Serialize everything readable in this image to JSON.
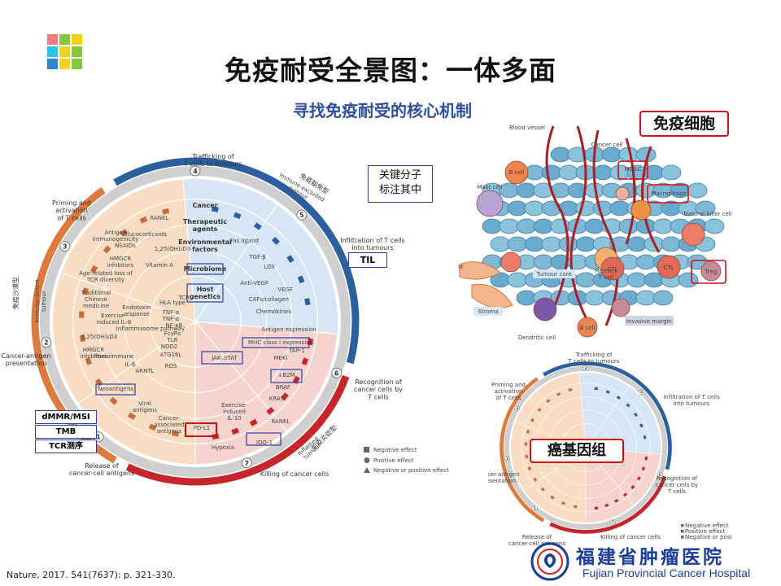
{
  "header": {
    "title": "免疫耐受全景图：一体多面",
    "subtitle": "寻找免疫耐受的核心机制"
  },
  "logo": {
    "colors": [
      "#e97f7f",
      "#8bc53f",
      "#f4d21a",
      "#2ec0e8",
      "#f4d21a",
      "#8bc53f",
      "#2e86c9",
      "#f4d21a",
      "#8bc53f"
    ]
  },
  "main_diagram": {
    "annotations": {
      "key_molecules": "关键分子\n标注其中",
      "tumour_types": {
        "excluded": "免疫豁免型",
        "inflamed": "免疫炎症型",
        "desert": "免疫沙漠型"
      },
      "til": "TIL",
      "dmmr": "dMMR/MSI",
      "tmb": "TMB",
      "tcr": "TCR测序"
    },
    "steps": [
      {
        "num": "1",
        "label": "Release of\ncancer-cell antigens"
      },
      {
        "num": "2",
        "label": "Cancer-antigen\npresentation"
      },
      {
        "num": "3",
        "label": "Priming and\nactivation\nof T cells"
      },
      {
        "num": "4",
        "label": "Trafficking of\nT cells to tumours"
      },
      {
        "num": "5",
        "label": "Infiltration of T cells\ninto tumours"
      },
      {
        "num": "6",
        "label": "Recognition of\ncancer cells by\nT cells"
      },
      {
        "num": "7",
        "label": "Killing of cancer cells"
      }
    ],
    "outer_labels": {
      "excluded": "Immune-excluded\ntumour",
      "desert": "Immune-desert\ntumour",
      "inflamed": "Inflamed\ntumour"
    },
    "center_factors": [
      "Cancer",
      "Therapeutic\nagents",
      "Environmental\nfactors",
      "Microbiome",
      "Host\ngenetics"
    ],
    "blue_labels": [
      "Fas ligand",
      "TGF-β",
      "LOX",
      "Anti-VEGF",
      "VEGF",
      "CAFs/collagen",
      "Chemokines"
    ],
    "red_labels": [
      "Antigen expression",
      "MHC class I expression",
      "TAP-1",
      "MEKi",
      "↓B2M",
      "BRAF",
      "KRAS",
      "RANKL",
      "IDO-1",
      "Exercise-\ninduced\nIL-10",
      "Hypoxia",
      "PD-L1",
      "JAK–STAT",
      "ROS"
    ],
    "orange_labels": [
      "RANKL",
      "Glucocorticoids",
      "1,25(OH)₂D3",
      "Antigen\nimmunogenicity",
      "NSAIDs",
      "HMGCR\ninhibitors",
      "Vitamin A",
      "Age-related loss of\nTCR diversity",
      "Traditional\nChinese\nmedicine",
      "Endotoxin\nresponse",
      "Exercise-\ninduced IL-6",
      "1,25(OH)₂D3",
      "HMGCR\ninhibitors",
      "Photoimmune",
      "IL-6",
      "ARNTL",
      "Inflammasome pathway",
      "TNF-α",
      "HLA type",
      "TNF-α",
      "NF-κB",
      "FcγRs",
      "TLR",
      "NOD2",
      "ATG16L",
      "TCR",
      "Neoantigens",
      "Viral\nantigens",
      "Cancer-\nassociated\nantigens"
    ],
    "legend": [
      "Negative effect",
      "Positive effect",
      "Negative or positive effect"
    ]
  },
  "cell_diagram": {
    "callout": "免疫细胞",
    "labels": [
      "Blood vessel",
      "Cancer cell",
      "Mast cell",
      "B cell",
      "MDSC",
      "Macrophage",
      "Natural killer cell",
      "Tumour core",
      "Memory\nT cell",
      "CTL",
      "CTL",
      "Treg",
      "Stroma",
      "Dendritic cell",
      "B cell",
      "Invasive margin",
      "st"
    ]
  },
  "small_diagram": {
    "callout": "癌基因组",
    "legend": [
      "Negative effect",
      "Positive effect",
      "Negative or positive effect"
    ],
    "steps": [
      "Trafficking of\nT cells to tumours",
      "Infiltration of T cells\ninto tumours",
      "Recognition of\ncancer cells by\nT cells",
      "Killing of cancer cells",
      "Release of\ncancer-cell antigens",
      "Cancer-antigen\npresentation",
      "Priming and\nactivation\nof T cells"
    ]
  },
  "citation": "Nature, 2017. 541(7637): p. 321-330.",
  "hospital": {
    "name_cn": "福建省肿瘤医院",
    "name_en": "Fujian Provincial Cancer Hospital"
  }
}
